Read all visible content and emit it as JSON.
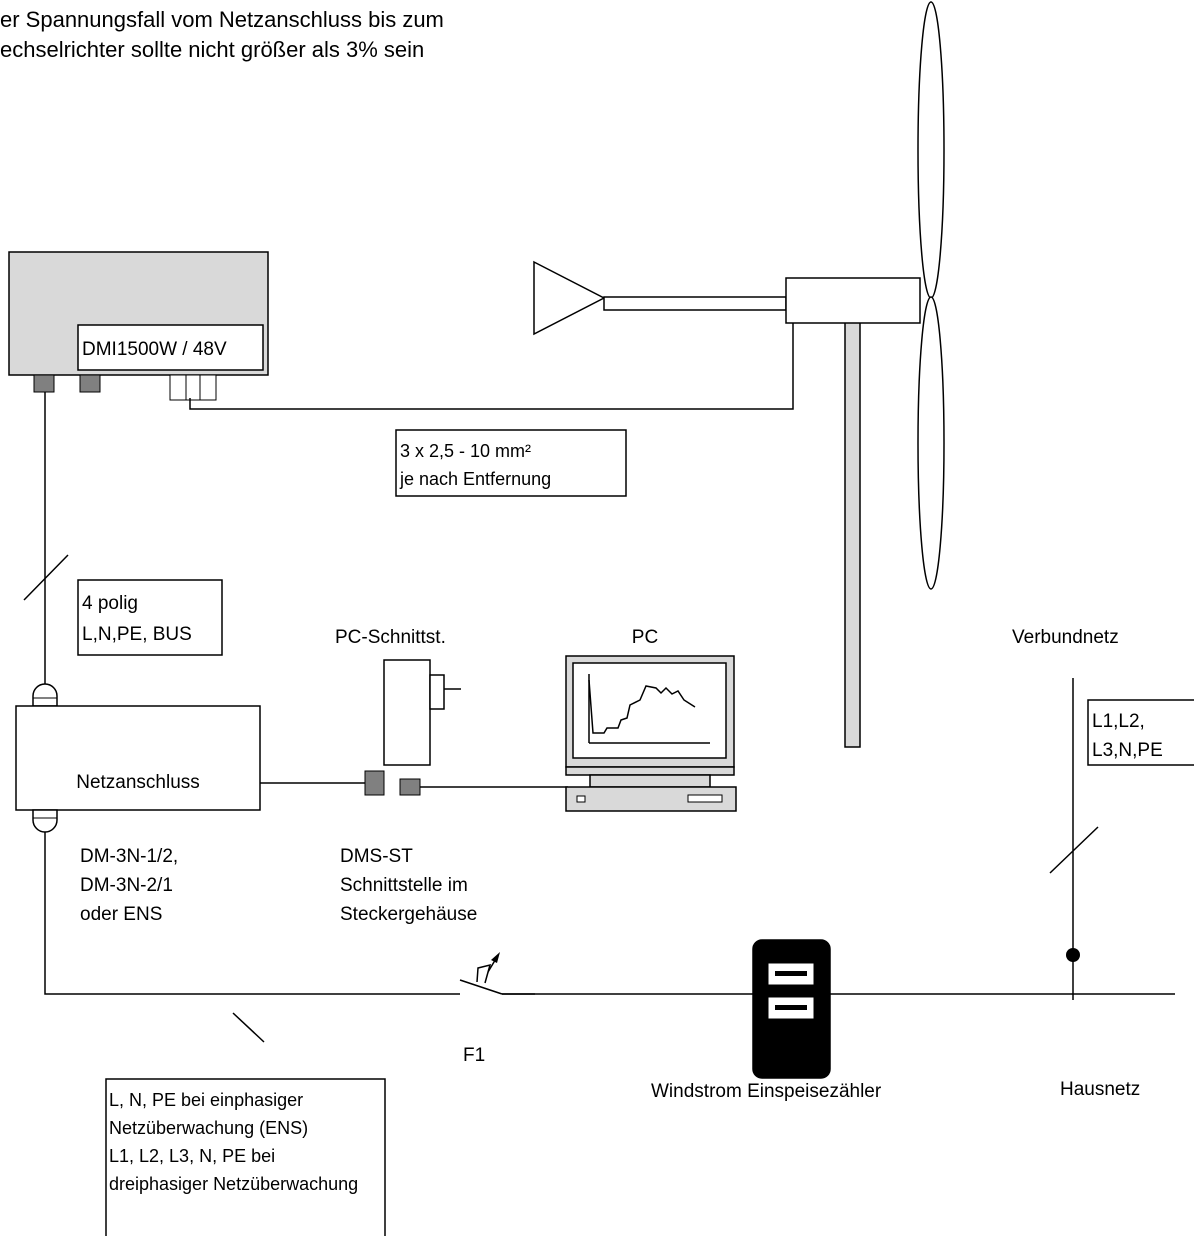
{
  "heading": {
    "line1": "er Spannungsfall vom Netzanschluss bis zum",
    "line2": "echselrichter sollte nicht größer als 3% sein"
  },
  "inverter": {
    "label": "DMI1500W / 48V"
  },
  "cable_label": {
    "line1": "3 x 2,5 - 10 mm²",
    "line2": "je nach Entfernung"
  },
  "bus_label": {
    "line1": "4 polig",
    "line2": "L,N,PE, BUS"
  },
  "grid_connection": {
    "label": "Netzanschluss"
  },
  "grid_connection_types": {
    "line1": "DM-3N-1/2,",
    "line2": "DM-3N-2/1",
    "line3": "oder ENS"
  },
  "pc_interface": {
    "title": "PC-Schnittst.",
    "caption1": "DMS-ST",
    "caption2": "Schnittstelle im",
    "caption3": "Steckergehäuse"
  },
  "pc": {
    "title": "PC"
  },
  "public_grid": {
    "title": "Verbundnetz",
    "line1": "L1,L2,",
    "line2": "L3,N,PE"
  },
  "fuse": {
    "label": "F1"
  },
  "meter": {
    "label": "Windstrom Einspeisezähler"
  },
  "house_grid": {
    "label": "Hausnetz"
  },
  "phase_note": {
    "line1": "L, N, PE bei einphasiger",
    "line2": "Netzüberwachung (ENS)",
    "line3": "L1, L2, L3, N, PE bei",
    "line4": "dreiphasiger Netzüberwachung"
  }
}
